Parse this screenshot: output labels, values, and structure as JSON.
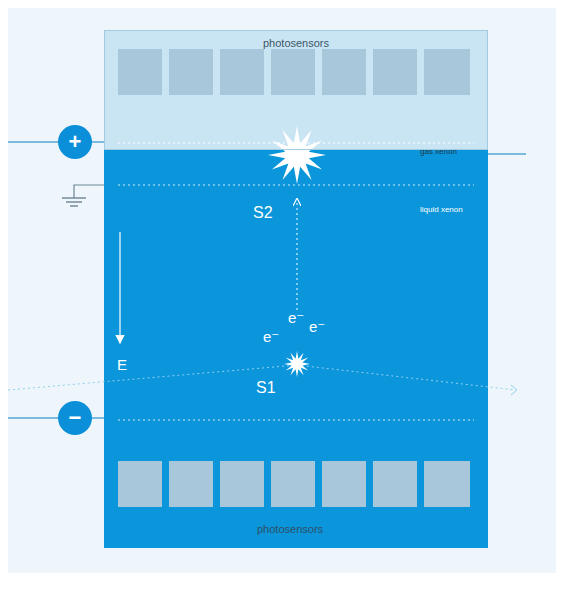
{
  "diagram": {
    "nodes": [
      {
        "text": [
          "photosensors"
        ]
      },
      {
        "text": [
          "+"
        ]
      },
      {
        "text": [
          "−"
        ]
      }
    ],
    "labels": [
      "gas xenon",
      "S2",
      "liquid xenon",
      "E",
      "e⁻",
      "e⁻",
      "e⁻",
      "S1",
      "photosensors"
    ]
  }
}
